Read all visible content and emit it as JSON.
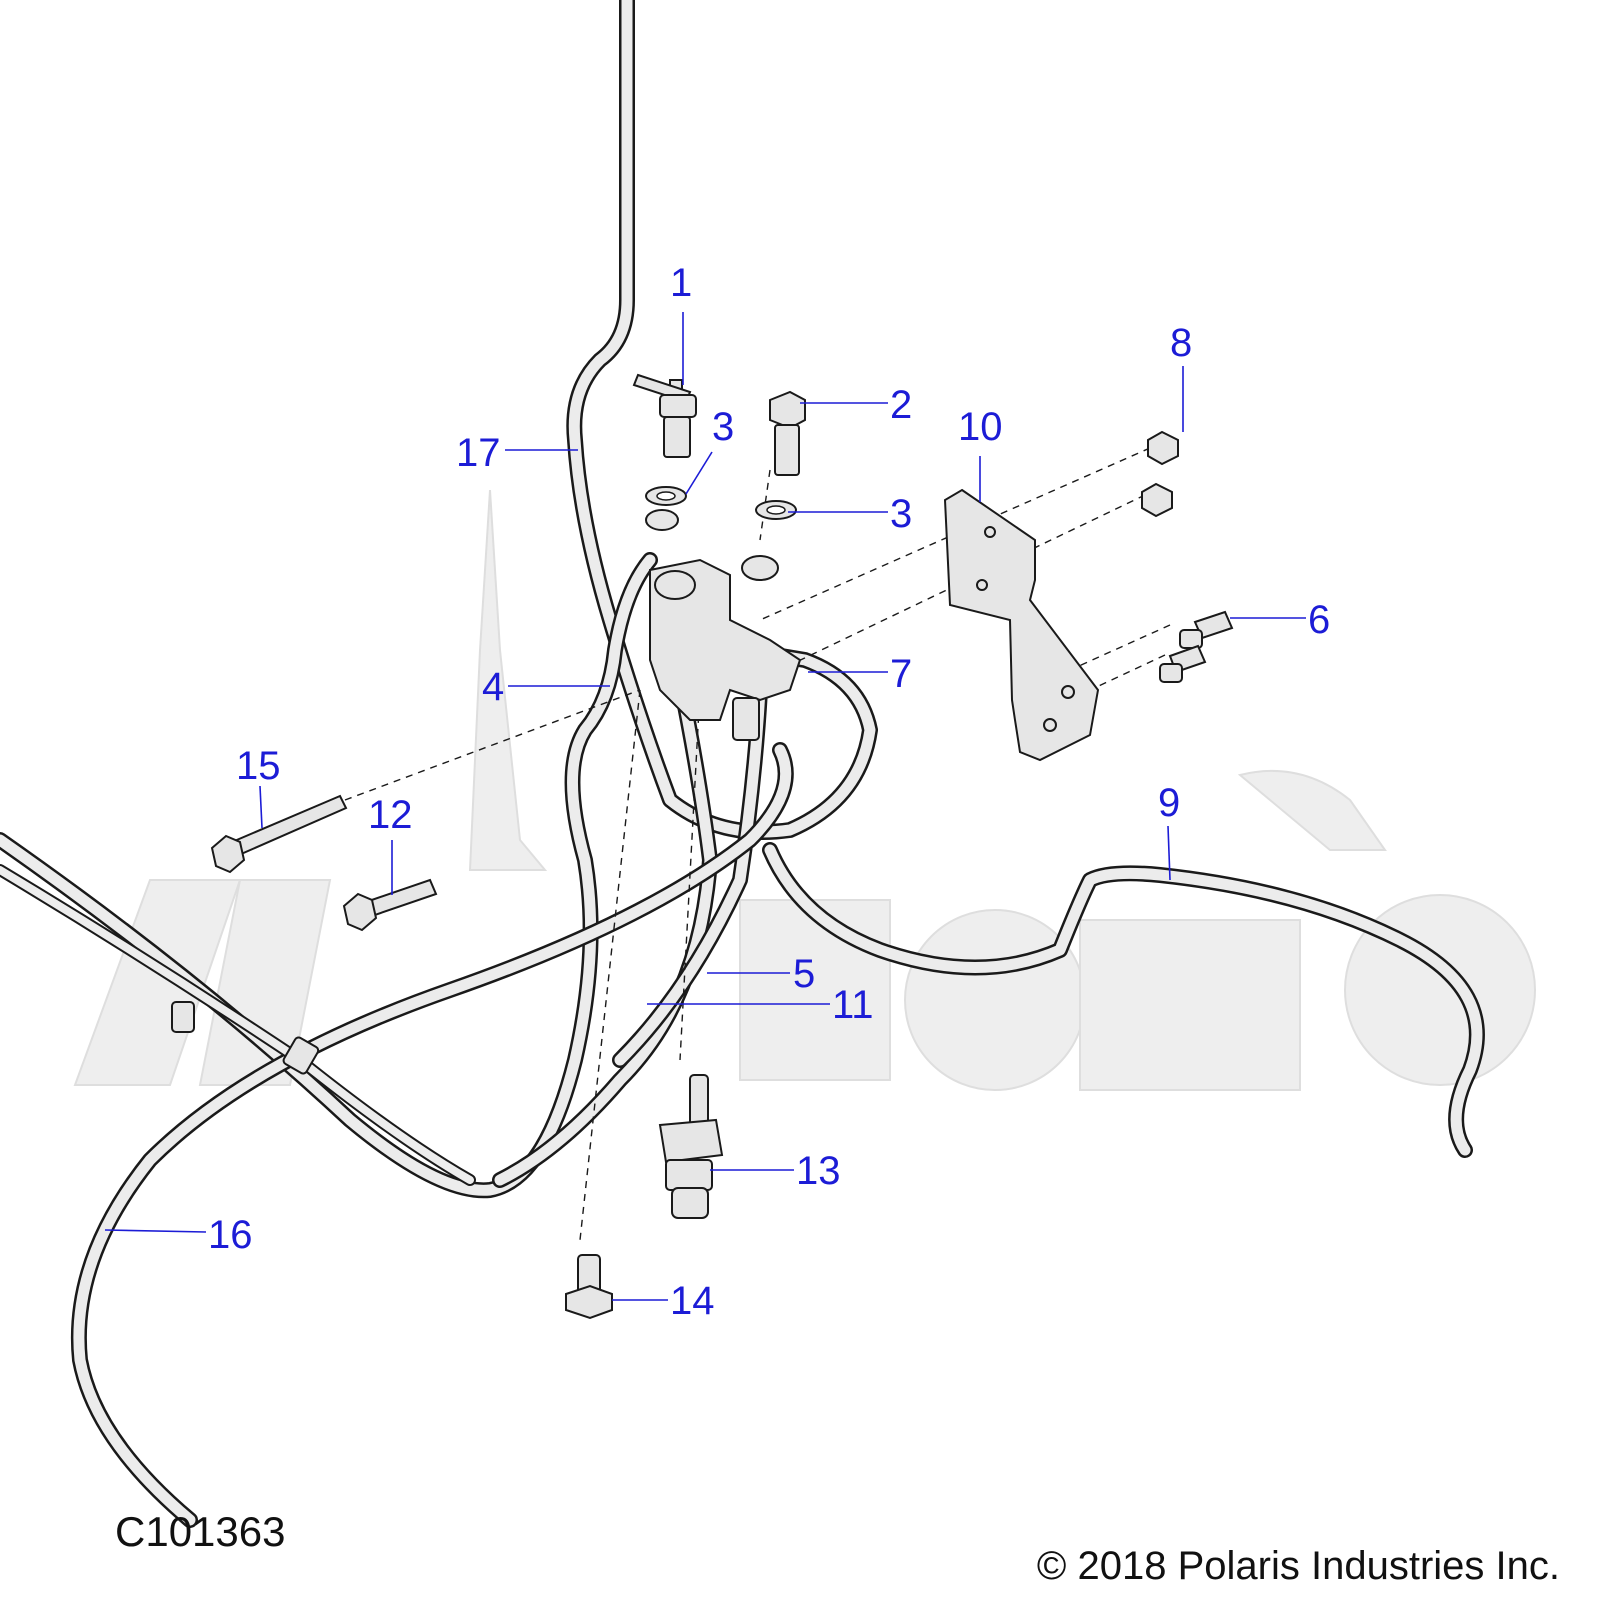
{
  "figure_id": "C101363",
  "copyright": "© 2018 Polaris Industries Inc.",
  "callouts": {
    "c1": "1",
    "c2": "2",
    "c3a": "3",
    "c3b": "3",
    "c4": "4",
    "c5": "5",
    "c6": "6",
    "c7": "7",
    "c8": "8",
    "c9": "9",
    "c10": "10",
    "c11": "11",
    "c12": "12",
    "c13": "13",
    "c14": "14",
    "c15": "15",
    "c16": "16",
    "c17": "17"
  },
  "colors": {
    "callout": "#1c1cd6",
    "line_art": "#1a1a1a",
    "part_fill": "#e6e6e6",
    "watermark": "#eeeeee"
  }
}
